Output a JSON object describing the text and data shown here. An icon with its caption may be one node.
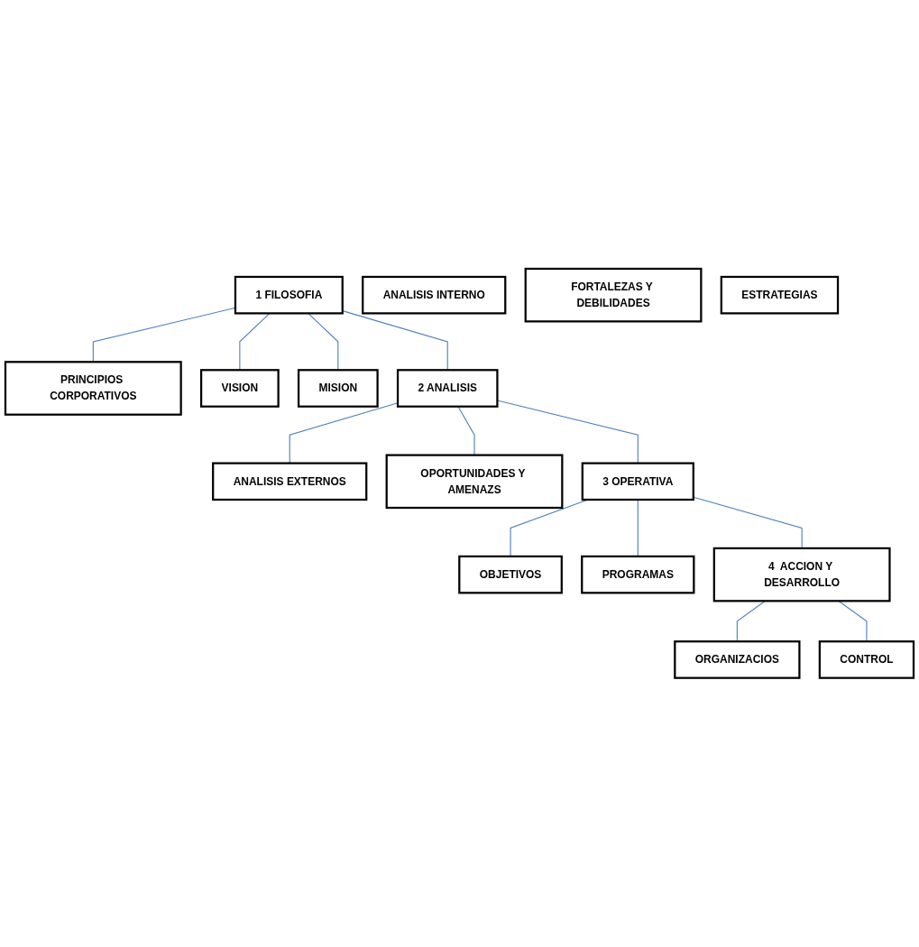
{
  "diagram": {
    "nodes": [
      {
        "text": [
          "PRINCIPIOS CORPORATIVOS"
        ]
      },
      {
        "text": [
          "1 FILOSOFIA"
        ]
      },
      {
        "text": [
          "VISION"
        ]
      },
      {
        "text": [
          "MISION"
        ]
      },
      {
        "text": [
          "ANALISIS EXTERNOS"
        ]
      },
      {
        "text": [
          "ANALISIS INTERNO"
        ]
      },
      {
        "text": [
          "2 ANALISIS"
        ]
      },
      {
        "text": [
          "OPORTUNIDADES Y AMENAZS"
        ]
      },
      {
        "text": [
          "FORTALEZAS Y DEBILIDADES"
        ]
      },
      {
        "text": [
          "OBJETIVOS"
        ]
      },
      {
        "text": [
          "3 OPERATIVA"
        ]
      },
      {
        "text": [
          "ESTRATEGIAS"
        ]
      },
      {
        "text": [
          "PROGRAMAS"
        ]
      },
      {
        "text": [
          "ORGANIZACIOS"
        ]
      },
      {
        "text": [
          "4  ACCION Y DESARROLLO"
        ]
      },
      {
        "text": [
          "CONTROL"
        ]
      }
    ],
    "edges": [
      {
        "from": 1,
        "to": 0,
        "arrow": "none"
      },
      {
        "from": 1,
        "to": 2,
        "arrow": "none"
      },
      {
        "from": 1,
        "to": 3,
        "arrow": "none"
      },
      {
        "from": 1,
        "to": 6,
        "arrow": "none"
      },
      {
        "from": 6,
        "to": 4,
        "arrow": "none"
      },
      {
        "from": 6,
        "to": 7,
        "arrow": "none"
      },
      {
        "from": 6,
        "to": 10,
        "arrow": "none"
      },
      {
        "from": 10,
        "to": 9,
        "arrow": "none"
      },
      {
        "from": 10,
        "to": 12,
        "arrow": "none"
      },
      {
        "from": 10,
        "to": 14,
        "arrow": "none"
      },
      {
        "from": 14,
        "to": 13,
        "arrow": "none"
      },
      {
        "from": 14,
        "to": 15,
        "arrow": "none"
      }
    ]
  }
}
